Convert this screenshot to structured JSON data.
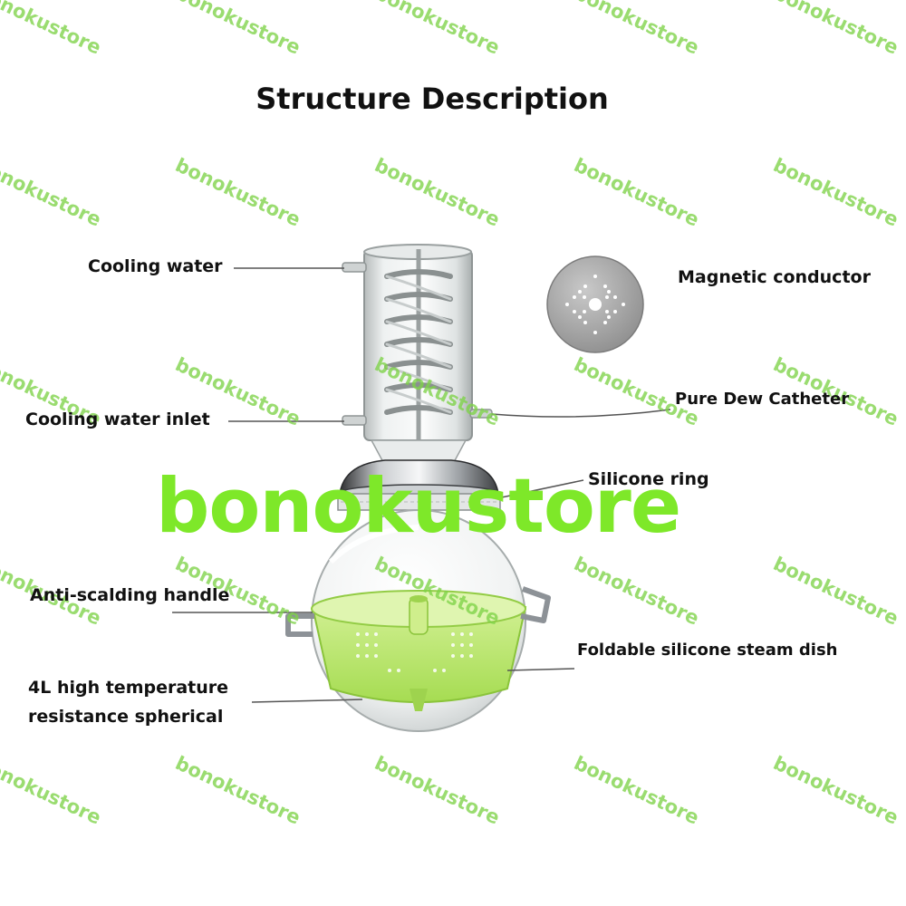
{
  "title": "Structure Description",
  "labels": {
    "cooling_water": "Cooling water",
    "cooling_water_inlet": "Cooling water inlet",
    "anti_scalding_handle": "Anti-scalding handle",
    "sphere_line1": "4L high temperature",
    "sphere_line2": "resistance spherical",
    "magnetic_conductor": "Magnetic conductor",
    "pure_dew_catheter": "Pure Dew Catheter",
    "silicone_ring": "Silicone ring",
    "steam_dish": "Foldable silicone steam dish"
  },
  "watermark": {
    "text": "bonokustore",
    "color": "#7ed348",
    "big_color": "#7ee829"
  },
  "colors": {
    "leader_line": "#555555",
    "steam_dish": "#b9e86a",
    "glass": "#d9dcdc"
  }
}
